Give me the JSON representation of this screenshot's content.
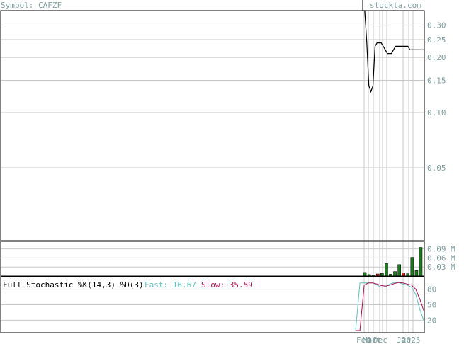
{
  "header": {
    "symbol_label": "Symbol: CAFZF",
    "site": "stockta.com"
  },
  "colors": {
    "axis_text": "#7f9f9f",
    "price_line": "#000000",
    "grid": "#c8c8c8",
    "volume_up": "#1e7a1e",
    "volume_down": "#cc2222",
    "fast_line": "#5fbfbf",
    "slow_line": "#aa1155"
  },
  "chart_data": [
    {
      "type": "line",
      "panel": "price",
      "scale": "log",
      "ylim": [
        0.02,
        0.36
      ],
      "y_ticks": [
        0.3,
        0.25,
        0.2,
        0.15,
        0.1,
        0.05
      ],
      "y_tick_labels": [
        "0.30",
        "0.25",
        "0.20",
        "0.15",
        "0.10",
        "0.05"
      ],
      "x_tick_labels": [
        "Feb",
        "Mar",
        "Oct",
        "Dec",
        "Jan",
        "2025"
      ],
      "series": [
        {
          "values": [
            0.36,
            0.36,
            0.24,
            0.14,
            0.13,
            0.14,
            0.23,
            0.24,
            0.24,
            0.24,
            0.23,
            0.22,
            0.21,
            0.21,
            0.21,
            0.22,
            0.23,
            0.23,
            0.23,
            0.23,
            0.23,
            0.23,
            0.23,
            0.22,
            0.22,
            0.22,
            0.22,
            0.22,
            0.22,
            0.22,
            0.22
          ]
        }
      ]
    },
    {
      "type": "bar",
      "panel": "volume",
      "y_ticks": [
        0.09,
        0.06,
        0.03
      ],
      "y_tick_labels": [
        "0.09 M",
        "0.06 M",
        "0.03 M"
      ],
      "ylim": [
        0,
        0.115
      ],
      "values": [
        0.012,
        0.005,
        0.003,
        0.007,
        0.009,
        0.042,
        0.006,
        0.015,
        0.038,
        0.011,
        0.008,
        0.062,
        0.018,
        0.095
      ],
      "directions": [
        "up",
        "up",
        "up",
        "down",
        "up",
        "up",
        "up",
        "up",
        "up",
        "down",
        "up",
        "up",
        "up",
        "up"
      ]
    },
    {
      "type": "line",
      "panel": "stochastic",
      "title": "Full Stochastic %K(14,3) %D(3)",
      "fast_label": "Fast: 16.67",
      "slow_label": "Slow: 35.59",
      "ylim": [
        0,
        100
      ],
      "y_ticks": [
        80,
        50,
        20
      ],
      "y_tick_labels": [
        "80",
        "50",
        "20"
      ],
      "series": [
        {
          "name": "Fast",
          "values": [
            0,
            92,
            92,
            92,
            92,
            88,
            84,
            85,
            90,
            93,
            93,
            90,
            88,
            84,
            70,
            40,
            16.67
          ]
        },
        {
          "name": "Slow",
          "values": [
            0,
            0,
            88,
            92,
            92,
            90,
            87,
            86,
            88,
            91,
            93,
            92,
            90,
            88,
            80,
            60,
            35.59
          ]
        }
      ]
    }
  ]
}
